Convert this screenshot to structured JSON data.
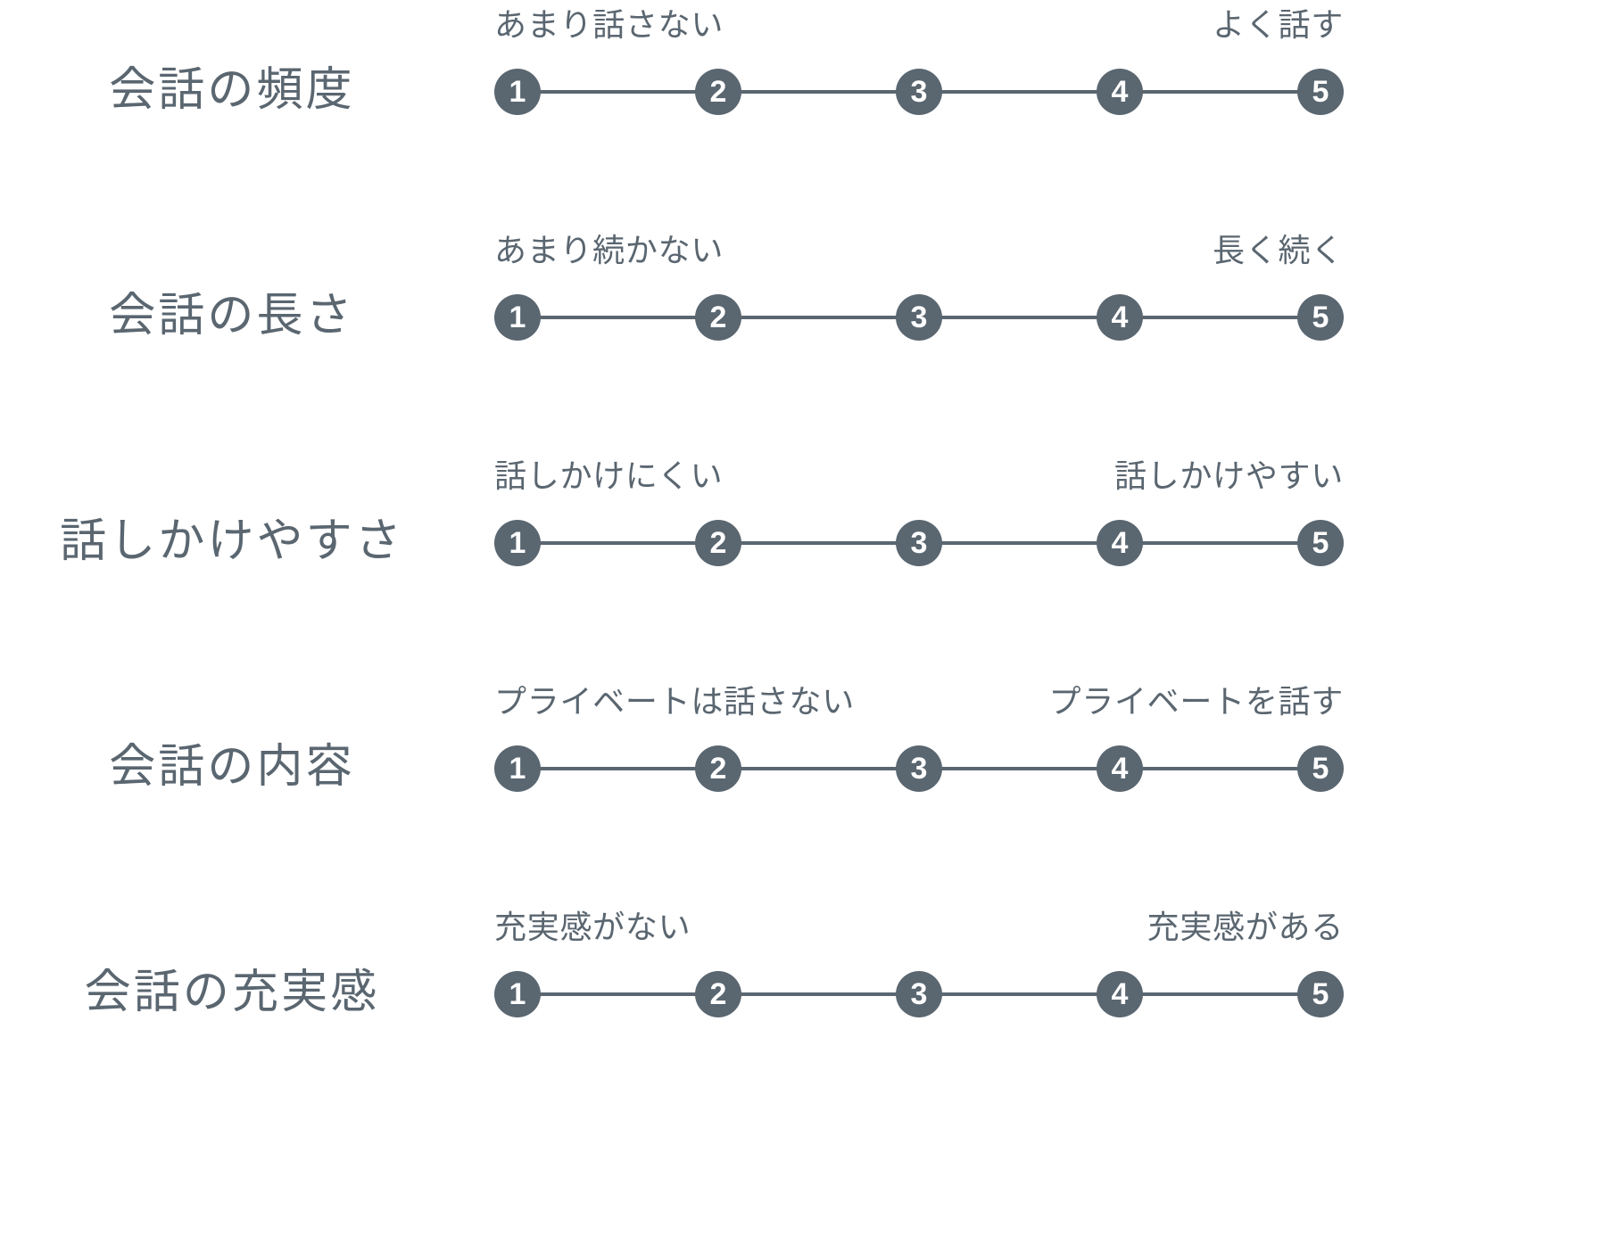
{
  "page": {
    "background_color": "#ffffff",
    "accent_color": "#5a6670",
    "point_text_color": "#ffffff"
  },
  "scale": {
    "points": [
      "1",
      "2",
      "3",
      "4",
      "5"
    ],
    "min": 1,
    "max": 5
  },
  "rows": [
    {
      "label": "会話の頻度",
      "anchor_low": "あまり話さない",
      "anchor_high": "よく話す",
      "points": [
        "1",
        "2",
        "3",
        "4",
        "5"
      ]
    },
    {
      "label": "会話の長さ",
      "anchor_low": "あまり続かない",
      "anchor_high": "長く続く",
      "points": [
        "1",
        "2",
        "3",
        "4",
        "5"
      ]
    },
    {
      "label": "話しかけやすさ",
      "anchor_low": "話しかけにくい",
      "anchor_high": "話しかけやすい",
      "points": [
        "1",
        "2",
        "3",
        "4",
        "5"
      ]
    },
    {
      "label": "会話の内容",
      "anchor_low": "プライベートは話さない",
      "anchor_high": "プライベートを話す",
      "points": [
        "1",
        "2",
        "3",
        "4",
        "5"
      ]
    },
    {
      "label": "会話の充実感",
      "anchor_low": "充実感がない",
      "anchor_high": "充実感がある",
      "points": [
        "1",
        "2",
        "3",
        "4",
        "5"
      ]
    }
  ],
  "chart_data": {
    "type": "table",
    "title": "",
    "xlabel": "",
    "ylabel": "",
    "categories": [
      "会話の頻度",
      "会話の長さ",
      "話しかけやすさ",
      "会話の内容",
      "会話の充実感"
    ],
    "scale_points": [
      1,
      2,
      3,
      4,
      5
    ],
    "anchors": [
      {
        "category": "会話の頻度",
        "low": "あまり話さない",
        "high": "よく話す"
      },
      {
        "category": "会話の長さ",
        "low": "あまり続かない",
        "high": "長く続く"
      },
      {
        "category": "話しかけやすさ",
        "low": "話しかけにくい",
        "high": "話しかけやすい"
      },
      {
        "category": "会話の内容",
        "low": "プライベートは話さない",
        "high": "プライベートを話す"
      },
      {
        "category": "会話の充実感",
        "low": "充実感がない",
        "high": "充実感がある"
      }
    ],
    "values": [],
    "legend": [],
    "grid": false
  }
}
